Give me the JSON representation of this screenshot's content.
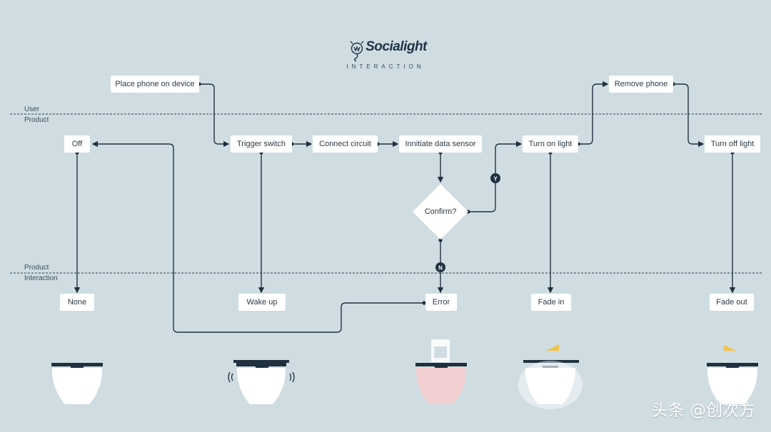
{
  "brand": {
    "name": "Socialight",
    "subtitle": "INTERACTION"
  },
  "lanes": {
    "user": "User",
    "product_top": "Product",
    "product_bottom": "Product",
    "interaction": "Interaction"
  },
  "nodes": {
    "place_phone": "Place phone on device",
    "remove_phone": "Remove phone",
    "off": "Off",
    "trigger_switch": "Trigger switch",
    "connect_circuit": "Connect circuit",
    "initiate_sensor": "Innitiate data sensor",
    "turn_on_light": "Turn on light",
    "turn_off_light": "Turn off light",
    "confirm": "Confirm?",
    "none": "None",
    "wake_up": "Wake up",
    "error": "Error",
    "fade_in": "Fade in",
    "fade_out": "Fade out"
  },
  "branch_labels": {
    "yes": "Y",
    "no": "N"
  },
  "watermark": "头条 @创次方",
  "colors": {
    "background": "#cfdde2",
    "line": "#1f3140",
    "error_lamp": "#f2cfd0",
    "light_beam": "#f1c24a"
  }
}
